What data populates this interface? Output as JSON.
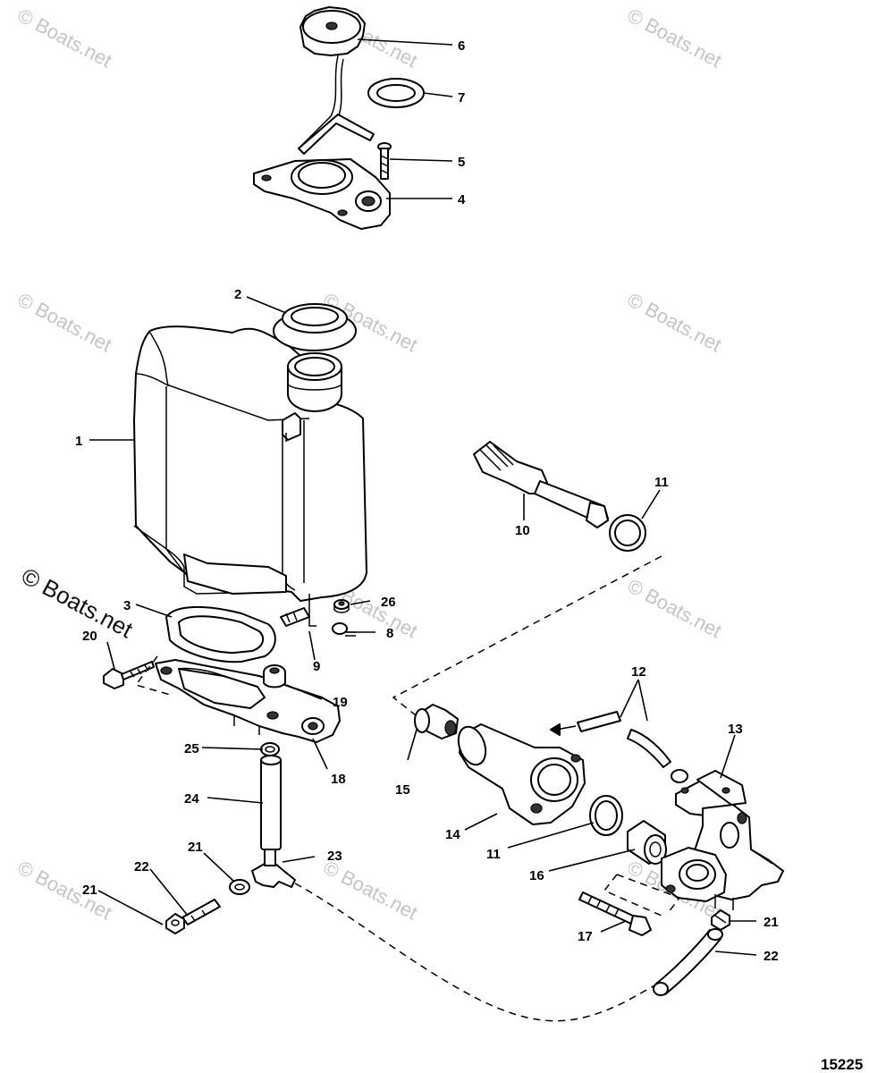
{
  "watermark": {
    "text": "© Boats.net",
    "overlay_text": "© Boats.net"
  },
  "figure_number": "15225",
  "callouts": {
    "c1": "1",
    "c2": "2",
    "c3": "3",
    "c4": "4",
    "c5": "5",
    "c6": "6",
    "c7": "7",
    "c8": "8",
    "c9": "9",
    "c10": "10",
    "c11a": "11",
    "c11b": "11",
    "c12": "12",
    "c13": "13",
    "c14": "14",
    "c15": "15",
    "c16": "16",
    "c17": "17",
    "c18": "18",
    "c19": "19",
    "c20": "20",
    "c21a": "21",
    "c21b": "21",
    "c21c": "21",
    "c22a": "22",
    "c22b": "22",
    "c23": "23",
    "c24": "24",
    "c25": "25",
    "c26": "26"
  }
}
